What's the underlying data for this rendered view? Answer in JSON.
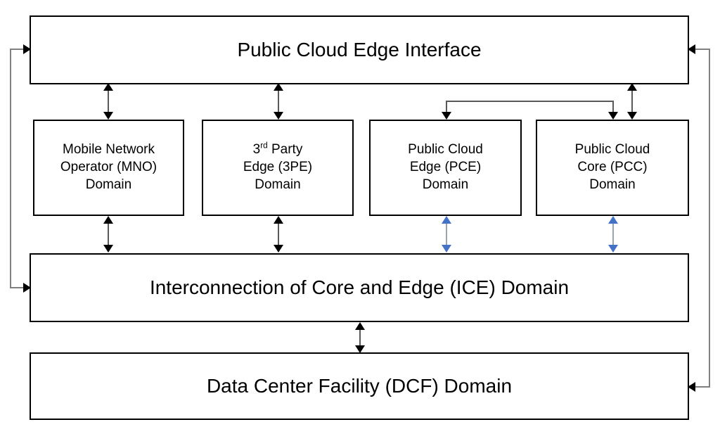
{
  "diagram": {
    "title_block": {
      "id": "public-cloud-edge-interface",
      "label": "Public Cloud Edge Interface"
    },
    "domain_boxes": [
      {
        "id": "mno",
        "label": "Mobile Network\nOperator (MNO)\nDomain",
        "line1": "Mobile Network",
        "line2": "Operator (MNO)",
        "line3": "Domain"
      },
      {
        "id": "3pe",
        "label": "3rd Party\nEdge (3PE)\nDomain",
        "line1_pre": "3",
        "line1_sup": "rd",
        "line1_post": " Party",
        "line2": "Edge (3PE)",
        "line3": "Domain"
      },
      {
        "id": "pce",
        "label": "Public Cloud\nEdge (PCE)\nDomain",
        "line1": "Public Cloud",
        "line2": "Edge (PCE)",
        "line3": "Domain"
      },
      {
        "id": "pcc",
        "label": "Public Cloud\nCore (PCC)\nDomain",
        "line1": "Public Cloud",
        "line2": "Core (PCC)",
        "line3": "Domain"
      }
    ],
    "ice_block": {
      "id": "ice",
      "label": "Interconnection of Core and Edge (ICE) Domain"
    },
    "dcf_block": {
      "id": "dcf",
      "label": "Data Center Facility (DCF) Domain"
    },
    "colors": {
      "box_border": "#000000",
      "box_fill": "#ffffff",
      "text": "#000000",
      "arrow_black": "#000000",
      "arrow_shaft_gray": "#595959",
      "connector_gray": "#808080",
      "arrow_blue": "#4472C4"
    },
    "connectors": [
      {
        "id": "pcei-to-mno",
        "style": "double-arrow",
        "color": "#000000"
      },
      {
        "id": "pcei-to-3pe",
        "style": "double-arrow",
        "color": "#000000"
      },
      {
        "id": "pcei-to-pcc",
        "style": "double-arrow",
        "color": "#000000"
      },
      {
        "id": "pcc-bracket-to-pce",
        "style": "bracket-double-down",
        "color": "#595959"
      },
      {
        "id": "mno-to-ice",
        "style": "double-arrow",
        "color": "#000000"
      },
      {
        "id": "3pe-to-ice",
        "style": "double-arrow",
        "color": "#000000"
      },
      {
        "id": "pce-to-ice",
        "style": "double-arrow",
        "color": "#4472C4"
      },
      {
        "id": "pcc-to-ice",
        "style": "double-arrow",
        "color": "#4472C4"
      },
      {
        "id": "ice-to-dcf",
        "style": "double-arrow",
        "color": "#000000"
      },
      {
        "id": "pcei-left-to-ice",
        "style": "routed-double-arrow-left",
        "color": "#808080"
      },
      {
        "id": "pcei-right-to-dcf",
        "style": "routed-double-arrow-right",
        "color": "#808080"
      }
    ]
  }
}
